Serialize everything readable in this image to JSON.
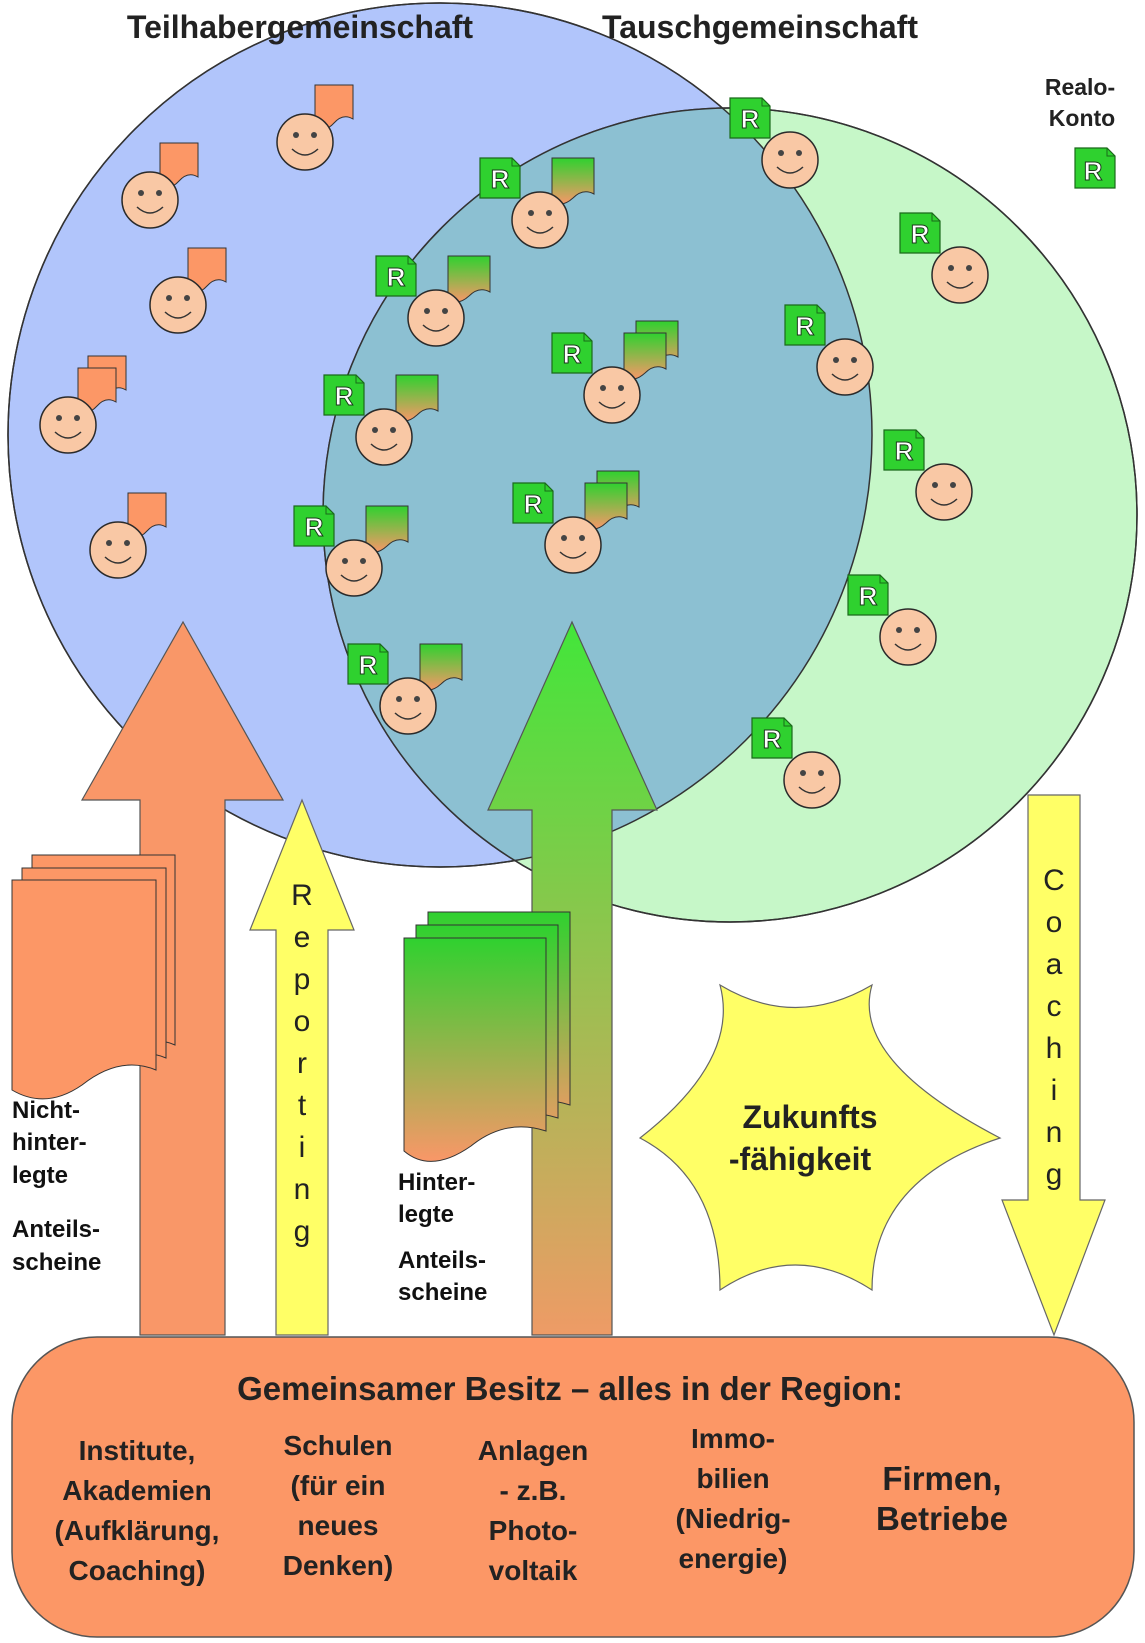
{
  "titles": {
    "left": "Teilhabergemeinschaft",
    "right": "Tauschgemeinschaft"
  },
  "realo_konto": {
    "line1": "Realo-",
    "line2": "Konto",
    "badge_letter": "R"
  },
  "badge_letter": "R",
  "labels": {
    "nicht_hinterlegt": [
      "Nicht-",
      "hinter-",
      "legte",
      "Anteils-",
      "scheine"
    ],
    "hinterlegt": [
      "Hinter-",
      "legte",
      "Anteils-",
      "scheine"
    ],
    "reporting": [
      "R",
      "e",
      "p",
      "o",
      "r",
      "t",
      "i",
      "n",
      "g"
    ],
    "coaching": [
      "C",
      "o",
      "a",
      "c",
      "h",
      "i",
      "n",
      "g"
    ],
    "zukunft": [
      "Zukunfts",
      "-fähigkeit"
    ]
  },
  "base": {
    "title": "Gemeinsamer Besitz – alles in der Region:",
    "columns": [
      {
        "lines": [
          "Institute,",
          "Akademien",
          "(Aufklärung,",
          "Coaching)"
        ]
      },
      {
        "lines": [
          "Schulen",
          "(für ein",
          "neues",
          "Denken)"
        ]
      },
      {
        "lines": [
          "Anlagen",
          "- z.B.",
          "Photo-",
          "voltaik"
        ]
      },
      {
        "lines": [
          "Immo-",
          "bilien",
          "(Niedrig-",
          "energie)"
        ]
      },
      {
        "lines": [
          "Firmen,",
          "Betriebe"
        ]
      }
    ]
  },
  "colors": {
    "circle_left": "#b1c5fb",
    "circle_right": "#c6f7c8",
    "overlap": "#8cc0d2",
    "orange": "#fc9766",
    "orange_arrow": "#f99768",
    "green": "#2fd12f",
    "yellow": "#ffff66",
    "face": "#f9c8a5"
  }
}
